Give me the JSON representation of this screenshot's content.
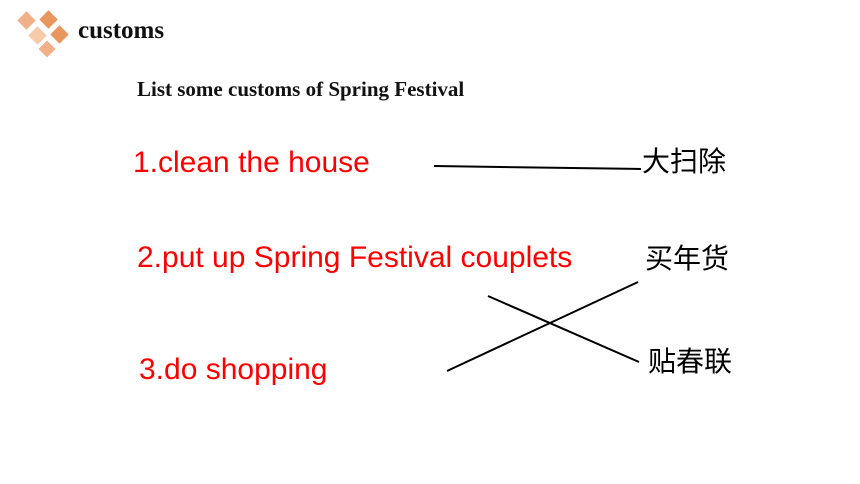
{
  "header": {
    "title": "customs",
    "logo_icon": "diamond-cluster-icon",
    "logo_colors": [
      "#f2b088",
      "#f7caa8",
      "#e8955e"
    ]
  },
  "prompt": {
    "text": "List some customs of  Spring Festival"
  },
  "items": [
    {
      "label": "1.clean the house"
    },
    {
      "label": "2.put up Spring Festival couplets"
    },
    {
      "label": "3.do shopping"
    }
  ],
  "answers": [
    {
      "label": "大扫除"
    },
    {
      "label": "买年货"
    },
    {
      "label": "贴春联"
    }
  ],
  "colors": {
    "item_text": "#ff0000",
    "line": "#000000"
  }
}
